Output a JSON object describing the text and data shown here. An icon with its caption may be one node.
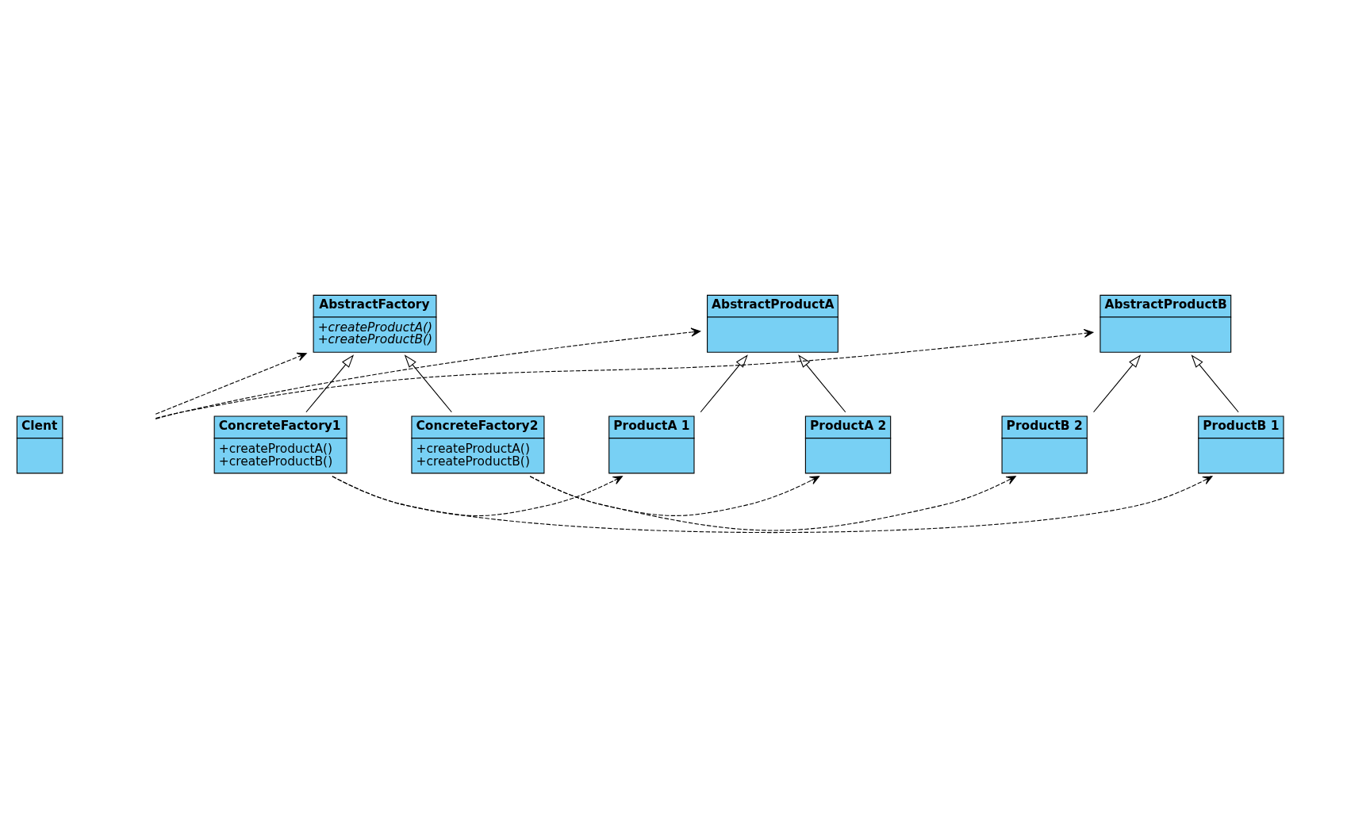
{
  "diagram": {
    "nodes": [
      {
        "text": [
          "Clent"
        ]
      },
      {
        "text": [
          "AbstractFactory",
          "+createProductA()",
          "+createProductB()"
        ]
      },
      {
        "text": [
          "AbstractProductA"
        ]
      },
      {
        "text": [
          "ProductA 1"
        ]
      },
      {
        "text": [
          "ProductA 2"
        ]
      },
      {
        "text": [
          "ConcreteFactory1",
          "+createProductA()",
          "+createProductB()"
        ]
      },
      {
        "text": [
          "ConcreteFactory2",
          "+createProductA()",
          "+createProductB()"
        ]
      },
      {
        "text": [
          "AbstractProductB"
        ]
      },
      {
        "text": [
          "ProductB 1"
        ]
      },
      {
        "text": [
          "ProductB 2"
        ]
      }
    ],
    "edges": [
      {
        "from": 0,
        "to": 1,
        "arrow": "to",
        "style": "dashed"
      },
      {
        "from": 0,
        "to": 2,
        "arrow": "to",
        "style": "dashed"
      },
      {
        "from": 0,
        "to": 7,
        "arrow": "to",
        "style": "dashed"
      },
      {
        "from": 3,
        "to": 2,
        "arrow": "to"
      },
      {
        "from": 4,
        "to": 2,
        "arrow": "to"
      },
      {
        "from": 5,
        "to": 1,
        "arrow": "to"
      },
      {
        "from": 6,
        "to": 1,
        "arrow": "to"
      },
      {
        "from": 5,
        "to": 3,
        "arrow": "to",
        "style": "dashed"
      },
      {
        "from": 6,
        "to": 4,
        "arrow": "to",
        "style": "dashed"
      },
      {
        "from": 8,
        "to": 7,
        "arrow": "to"
      },
      {
        "from": 9,
        "to": 7,
        "arrow": "to"
      },
      {
        "from": 5,
        "to": 8,
        "arrow": "to",
        "style": "dashed"
      },
      {
        "from": 6,
        "to": 9,
        "arrow": "to",
        "style": "dashed"
      }
    ]
  }
}
